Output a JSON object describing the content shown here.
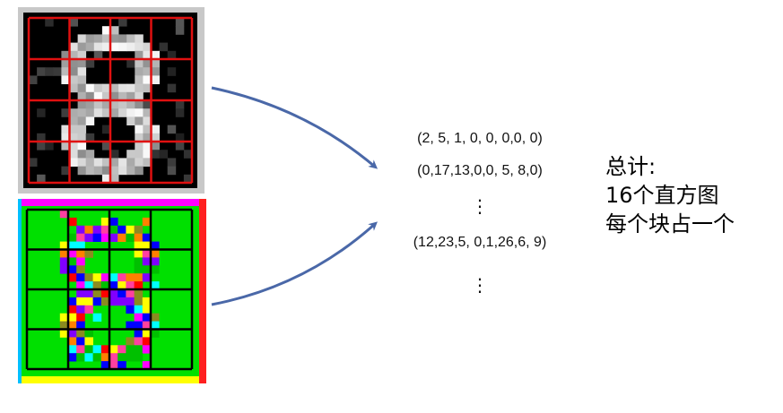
{
  "histograms": [
    "(2, 5, 1, 0, 0, 0,0, 0)",
    "(0,17,13,0,0, 5, 8,0)",
    "(12,23,5, 0,1,26,6, 9)"
  ],
  "ellipsis": "⋮",
  "summary": {
    "line1": "总计:",
    "line2": "16个直方图",
    "line3": "每个块占一个"
  },
  "grid": {
    "rows": 4,
    "cols": 4
  },
  "colors": {
    "grid_top": "#e01010",
    "grid_bottom": "#000000",
    "arrow": "#4a68a8",
    "bottom_background": "#00e000"
  }
}
